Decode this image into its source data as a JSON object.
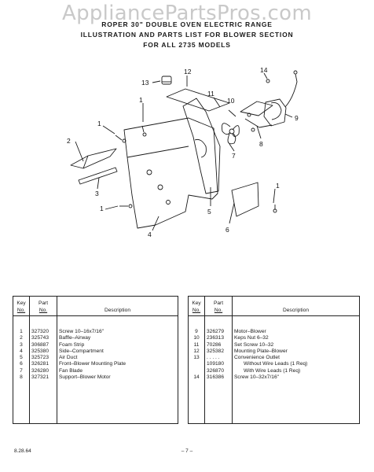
{
  "watermark": "AppliancePartsPros.com",
  "title": {
    "line1": "ROPER 30\" DOUBLE OVEN ELECTRIC RANGE",
    "line2": "ILLUSTRATION AND PARTS LIST FOR BLOWER SECTION",
    "line3": "FOR ALL 2735 MODELS"
  },
  "callouts": {
    "c1a": "1",
    "c1b": "1",
    "c1c": "1",
    "c1d": "1",
    "c2": "2",
    "c3": "3",
    "c4": "4",
    "c5": "5",
    "c6": "6",
    "c7": "7",
    "c8": "8",
    "c9": "9",
    "c10": "10",
    "c11": "11",
    "c12": "12",
    "c13": "13",
    "c14": "14"
  },
  "table_headers": {
    "key1": "Key",
    "key2": "No.",
    "part1": "Part",
    "part2": "No.",
    "desc": "Description"
  },
  "parts_left": [
    {
      "key": "1",
      "part": "327320",
      "desc": "Screw 10–16x7/16\""
    },
    {
      "key": "2",
      "part": "325743",
      "desc": "Baffle–Airway"
    },
    {
      "key": "3",
      "part": "306887",
      "desc": "Foam Strip"
    },
    {
      "key": "4",
      "part": "325380",
      "desc": "Side–Compartment"
    },
    {
      "key": "5",
      "part": "325723",
      "desc": "Air Duct"
    },
    {
      "key": "6",
      "part": "326281",
      "desc": "Front–Blower Mounting Plate"
    },
    {
      "key": "7",
      "part": "326280",
      "desc": "Fan Blade"
    },
    {
      "key": "8",
      "part": "327321",
      "desc": "Support–Blower Motor"
    }
  ],
  "parts_right": [
    {
      "key": "9",
      "part": "326279",
      "desc": "Motor–Blower"
    },
    {
      "key": "10",
      "part": "236313",
      "desc": "Keps Nut 6–32"
    },
    {
      "key": "11",
      "part": "70286",
      "desc": "Set Screw 10–32"
    },
    {
      "key": "12",
      "part": "325382",
      "desc": "Mounting Plate–Blower"
    },
    {
      "key": "13",
      "part": ". . . . .",
      "desc": "Convenience Outlet"
    },
    {
      "key": "",
      "part": "109180",
      "desc": "Without Wire Leads (1 Req)"
    },
    {
      "key": "",
      "part": "326870",
      "desc": "With Wire Leads (1 Req)"
    },
    {
      "key": "14",
      "part": "316386",
      "desc": "Screw 10–32x7/16\""
    }
  ],
  "footer": {
    "date": "8.28.64",
    "page": "– 7 –"
  }
}
